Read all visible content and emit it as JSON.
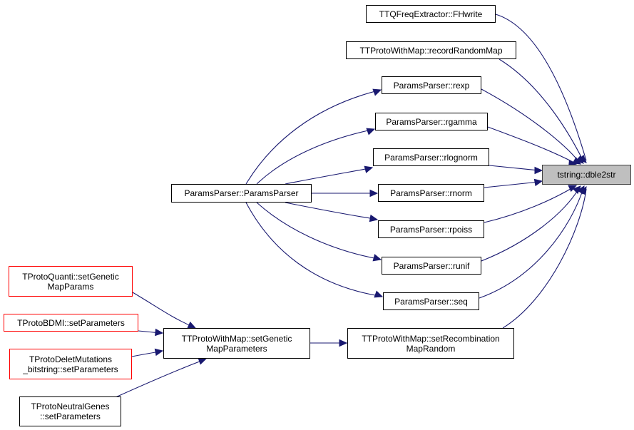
{
  "colors": {
    "edge": "#191970",
    "focus_fill": "#bfbfbf",
    "red_border": "#ff0000"
  },
  "nodes": {
    "dble2str": "tstring::dble2str",
    "fhwrite": "TTQFreqExtractor::FHwrite",
    "recordRandomMap": "TTProtoWithMap::recordRandomMap",
    "rexp": "ParamsParser::rexp",
    "rgamma": "ParamsParser::rgamma",
    "rlognorm": "ParamsParser::rlognorm",
    "rnorm": "ParamsParser::rnorm",
    "rpoiss": "ParamsParser::rpoiss",
    "runif": "ParamsParser::runif",
    "seq": "ParamsParser::seq",
    "paramsParser": "ParamsParser::ParamsParser",
    "setRecombinationMapRandom": "TTProtoWithMap::setRecombination\nMapRandom",
    "setGeneticMapParameters": "TTProtoWithMap::setGenetic\nMapParameters",
    "quantiSetGeneticMapParams": "TProtoQuanti::setGenetic\nMapParams",
    "bdmiSetParameters": "TProtoBDMI::setParameters",
    "deletMutSetParameters": "TProtoDeletMutations\n_bitstring::setParameters",
    "neutralGenesSetParameters": "TProtoNeutralGenes\n::setParameters"
  }
}
